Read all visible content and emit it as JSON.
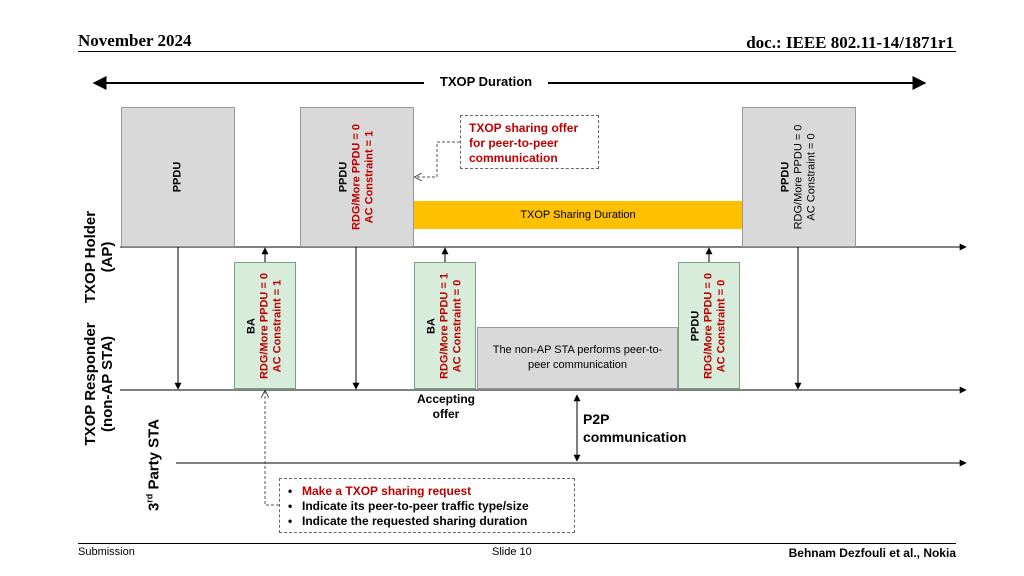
{
  "header": {
    "date": "November 2024",
    "doc": "doc.: IEEE 802.11-14/1871r1"
  },
  "footer": {
    "left": "Submission",
    "center": "Slide 10",
    "right": "Behnam Dezfouli et al., Nokia"
  },
  "txop_duration": "TXOP Duration",
  "rows": {
    "holder": [
      "TXOP Holder",
      "(AP)"
    ],
    "responder": [
      "TXOP Responder",
      "(non-AP STA)"
    ],
    "third_party_pre": "3",
    "third_party_sup": "rd",
    "third_party_post": " Party STA"
  },
  "ppdu1": {
    "title": "PPDU"
  },
  "ppdu2": {
    "title": "PPDU",
    "line1": "RDG/More PPDU = 0",
    "line2": "AC Constraint = 1"
  },
  "ppdu3": {
    "title": "PPDU",
    "line1": "RDG/More PPDU = 0",
    "line2": "AC Constraint = 0"
  },
  "ba1": {
    "title": "BA",
    "line1": "RDG/More PPDU = 0",
    "line2": "AC Constraint = 1"
  },
  "ba2": {
    "title": "BA",
    "line1": "RDG/More PPDU = 1",
    "line2": "AC Constraint = 0"
  },
  "ppdu4": {
    "title": "PPDU",
    "line1": "RDG/More PPDU = 0",
    "line2": "AC Constraint = 0"
  },
  "sharing_duration": "TXOP Sharing Duration",
  "offer_lines": [
    "TXOP sharing offer",
    "for peer-to-peer",
    "communication"
  ],
  "p2p_box_text": "The non-AP STA performs peer-to-peer communication",
  "accepting": [
    "Accepting",
    "offer"
  ],
  "p2p_label": [
    "P2P",
    "communication"
  ],
  "request": [
    "Make a TXOP sharing request",
    "Indicate its peer-to-peer traffic type/size",
    "Indicate the requested sharing duration"
  ],
  "colors": {
    "accent_red": "#c00000",
    "sharing_bar": "#ffc000",
    "frame_gray": "#d9d9d9",
    "ba_green": "#d7ecdb"
  }
}
